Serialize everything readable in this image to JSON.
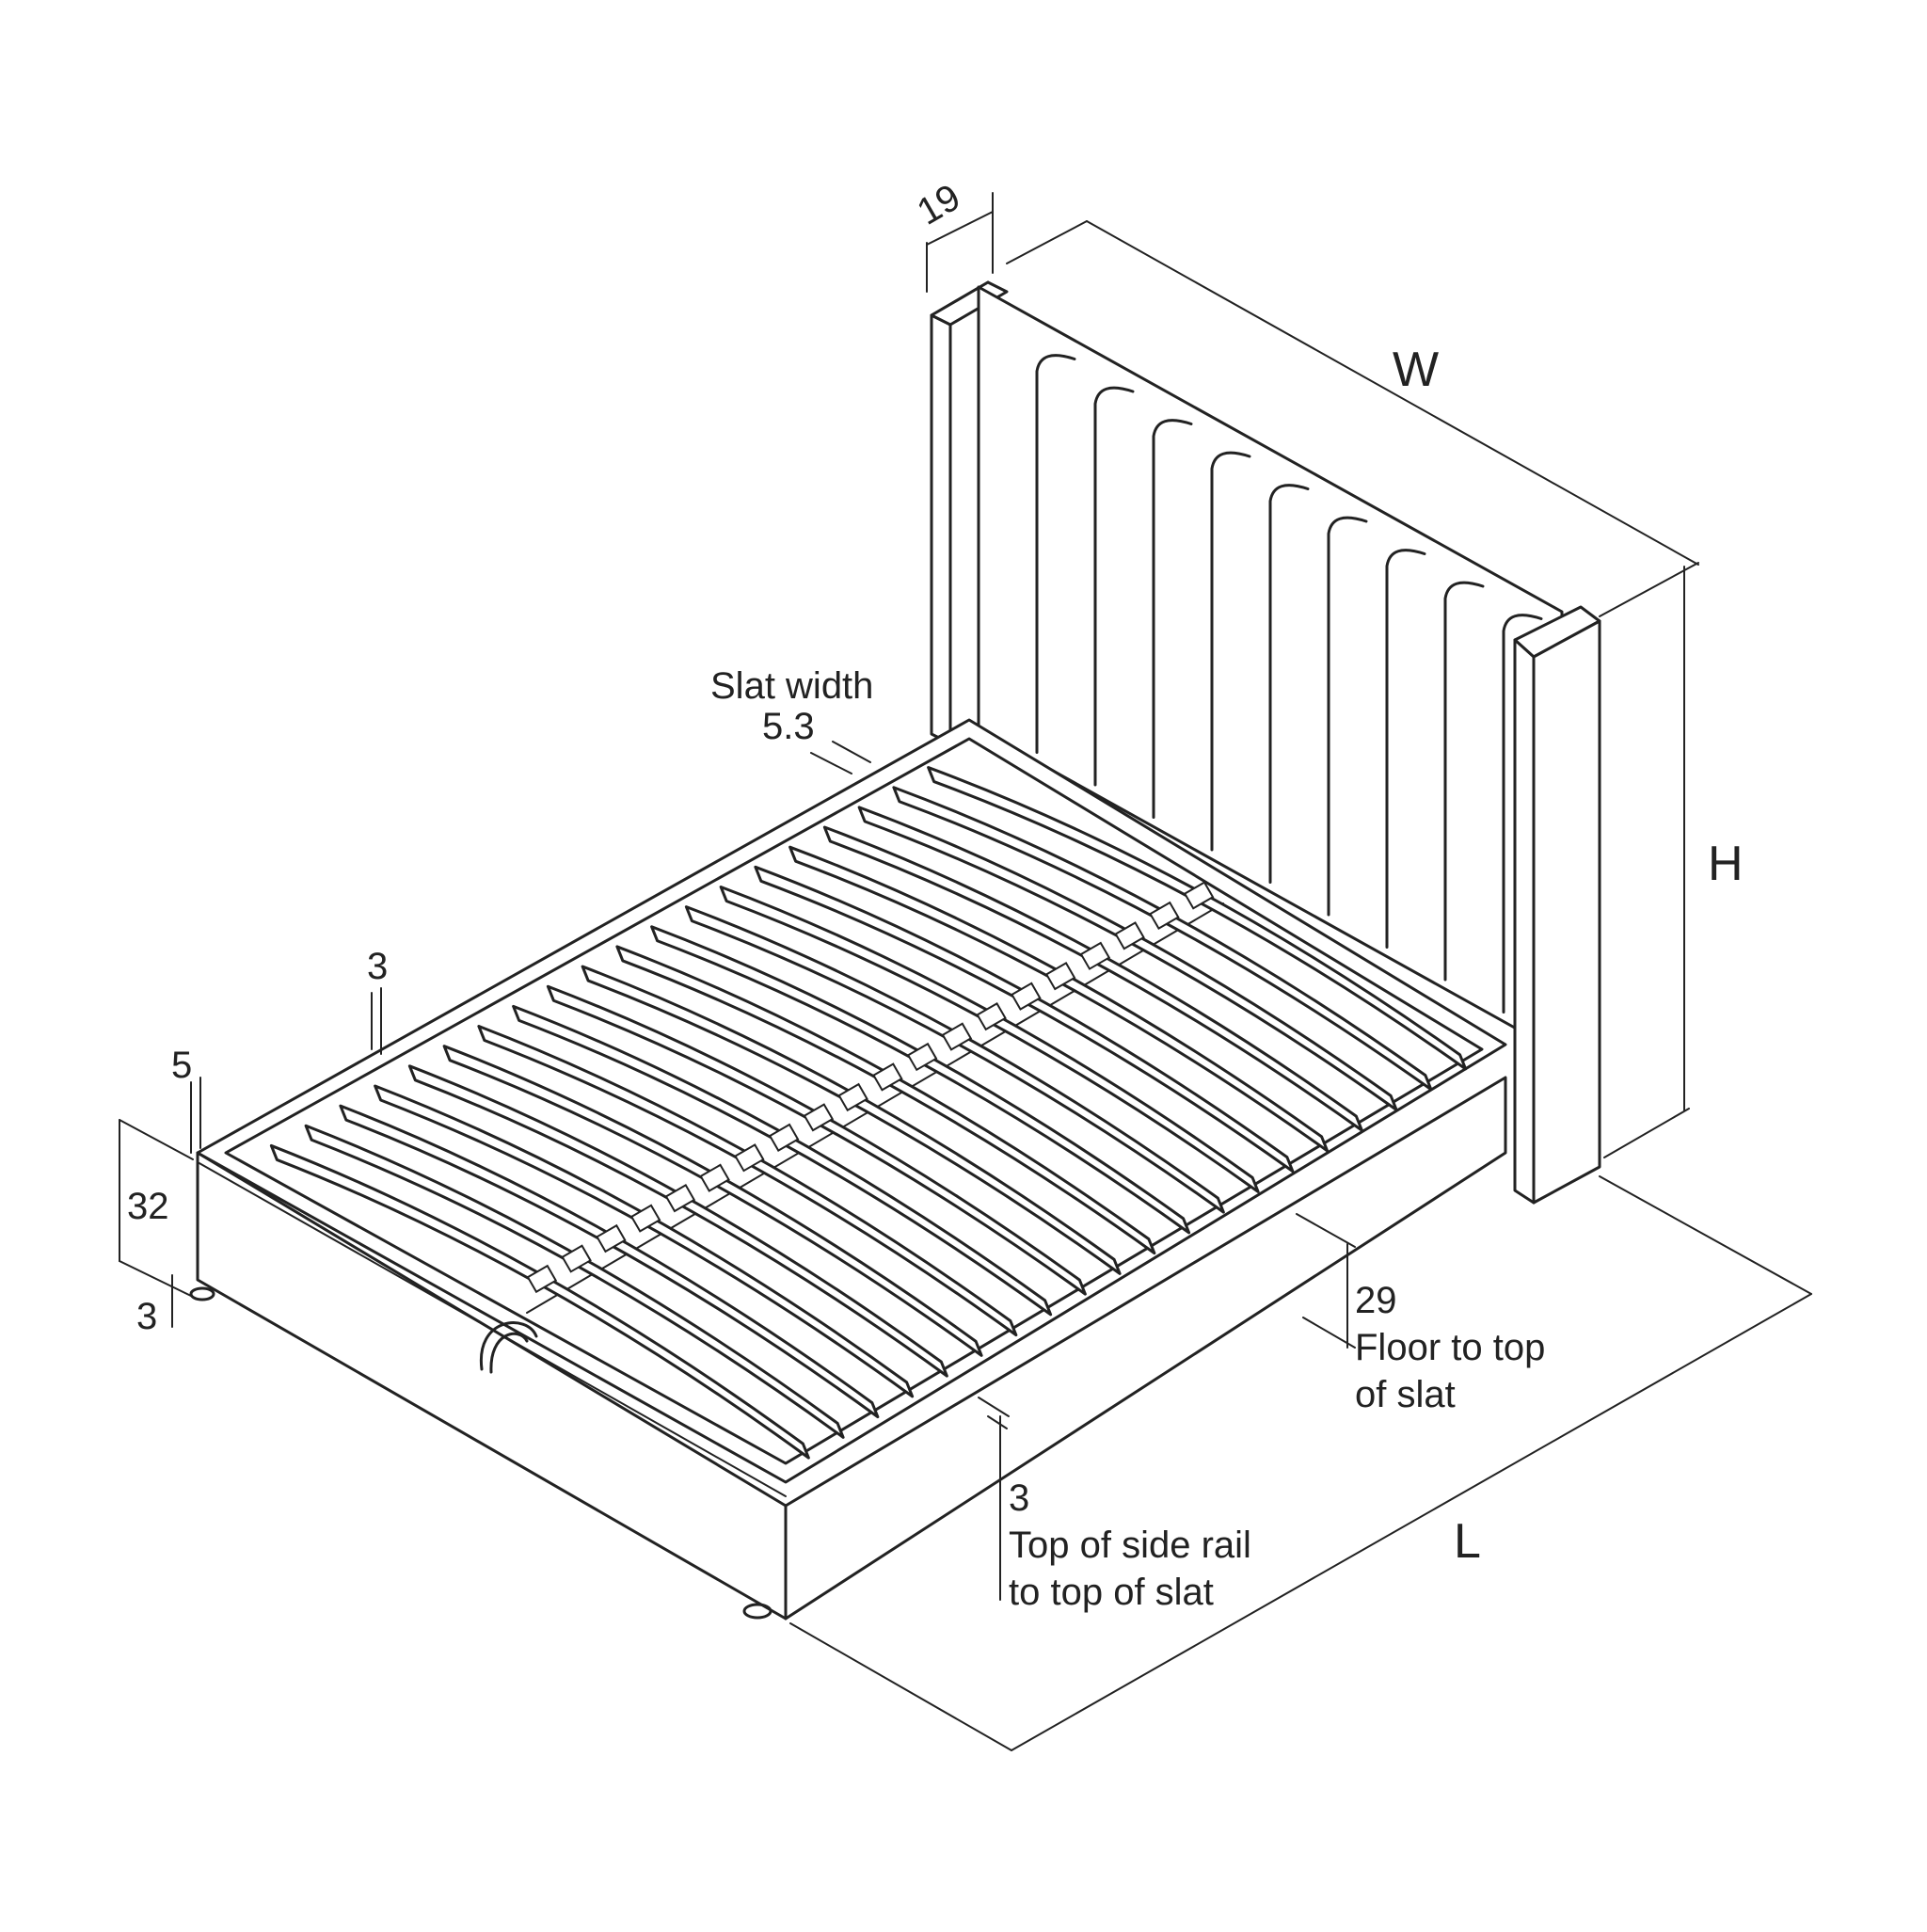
{
  "labels": {
    "headboard_depth": "19",
    "width": "W",
    "height": "H",
    "length": "L",
    "slat_width_title": "Slat width",
    "slat_width_value": "5.3",
    "side_gap": "3",
    "rail_lip": "5",
    "base_height": "32",
    "foot_height": "3",
    "floor_to_slat_value": "29",
    "floor_to_slat_line1": "Floor to top",
    "floor_to_slat_line2": "of slat",
    "rail_to_slat_value": "3",
    "rail_to_slat_line1": "Top of side rail",
    "rail_to_slat_line2": "to top of slat"
  },
  "drawing": {
    "stroke_color": "#222222",
    "background": "#ffffff",
    "slat_count": 20,
    "headboard_channel_count": 9
  }
}
